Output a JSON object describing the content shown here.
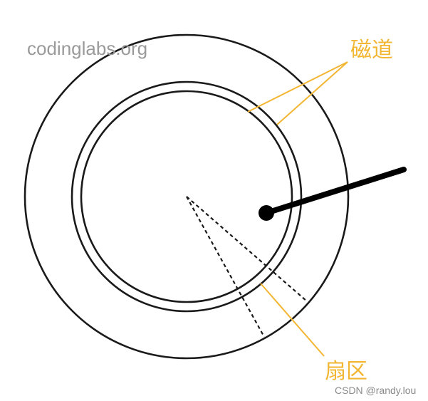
{
  "watermark_top": "codinglabs.org",
  "labels": {
    "track": "磁道",
    "sector": "扇区"
  },
  "watermark_bottom": "CSDN @randy.lou",
  "colors": {
    "outline": "#1a1a1a",
    "annotation": "#f2b632",
    "watermark": "#9a9a9a",
    "background": "#ffffff"
  }
}
